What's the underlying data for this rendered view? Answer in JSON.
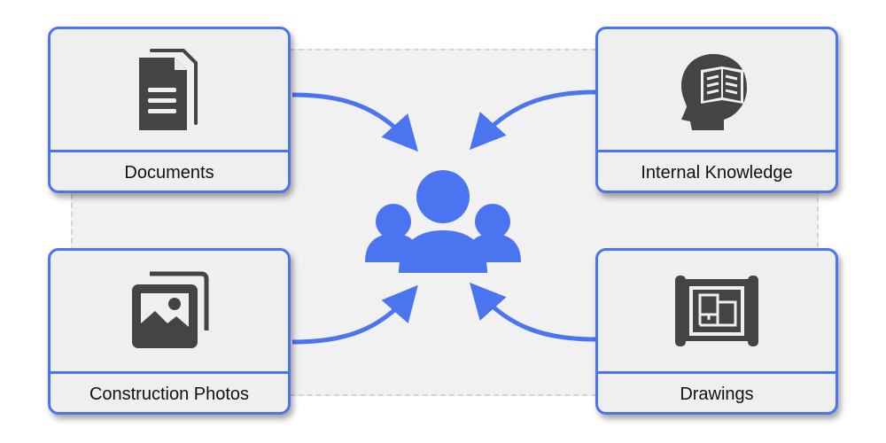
{
  "colors": {
    "accent": "#4a74f0",
    "icon": "#444444",
    "card_bg": "#efefef",
    "panel_bg": "#f1f1f1"
  },
  "center": {
    "icon": "users-group-icon"
  },
  "cards": {
    "documents": {
      "label": "Documents",
      "icon": "document-icon"
    },
    "internal_knowledge": {
      "label": "Internal Knowledge",
      "icon": "head-book-icon"
    },
    "construction_photos": {
      "label": "Construction Photos",
      "icon": "image-stack-icon"
    },
    "drawings": {
      "label": "Drawings",
      "icon": "blueprint-icon"
    }
  }
}
